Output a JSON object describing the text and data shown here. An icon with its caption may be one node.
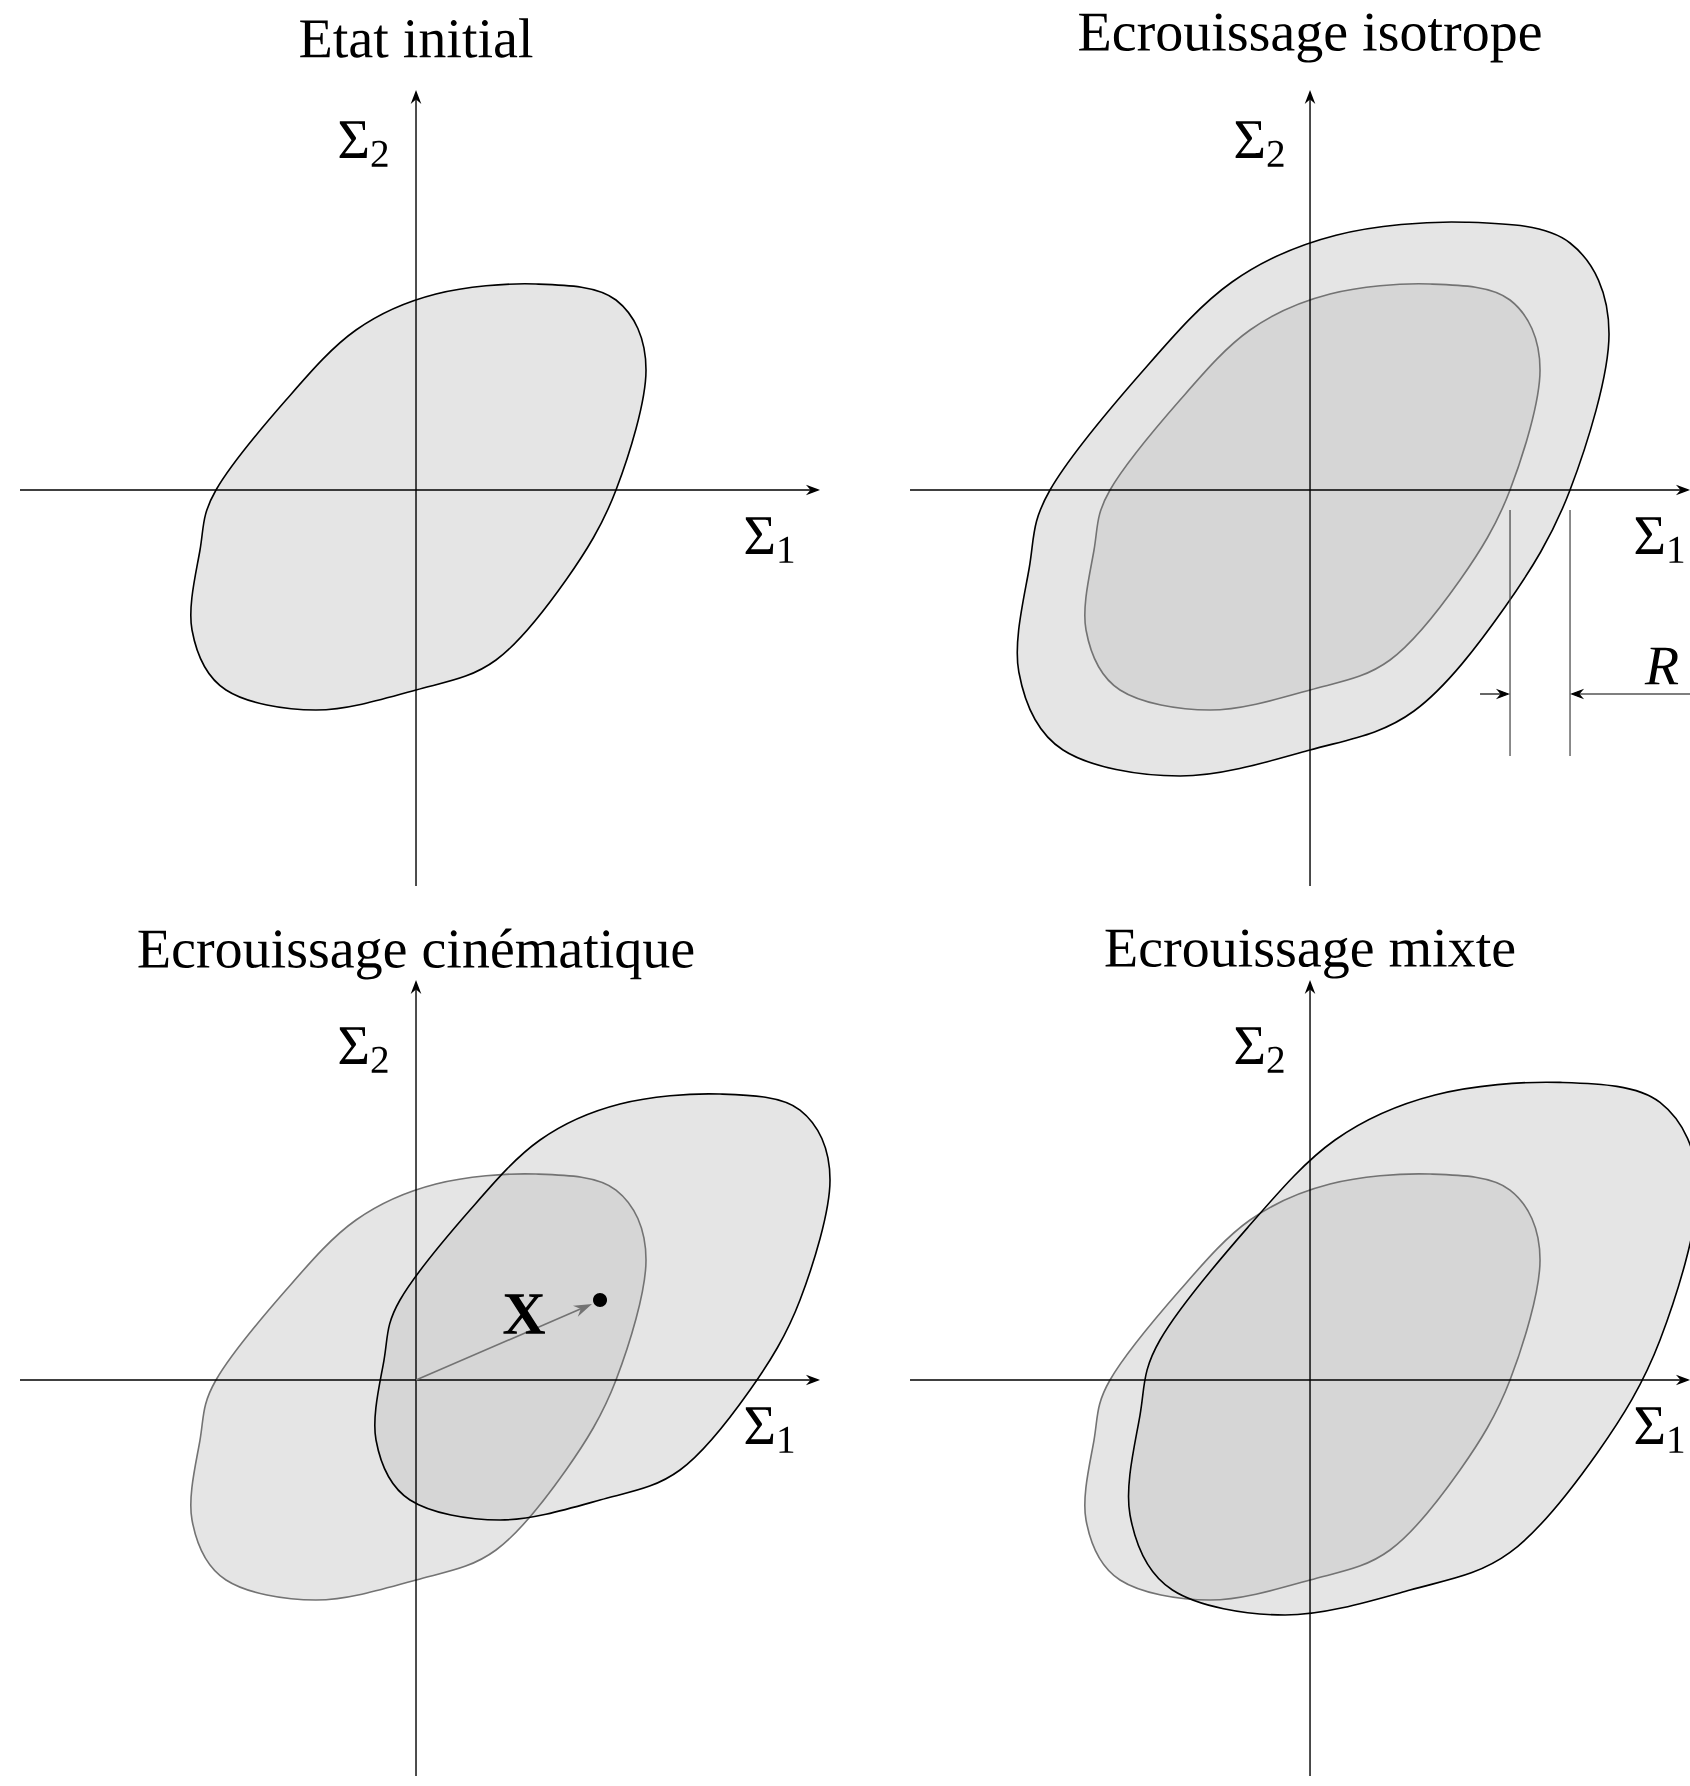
{
  "diagram": {
    "labels": [
      "Etat initial",
      "Σ$_{2}$",
      "Σ$_{1}$",
      "Ecrouissage isotrope",
      "Σ$_{2}$",
      "Σ$_{1}$",
      "R",
      "Ecrouissage cinématique",
      "Σ$_{2}$",
      "Σ$_{1}$",
      "X",
      "Ecrouissage mixte",
      "Σ$_{2}$",
      "Σ$_{1}$"
    ]
  }
}
